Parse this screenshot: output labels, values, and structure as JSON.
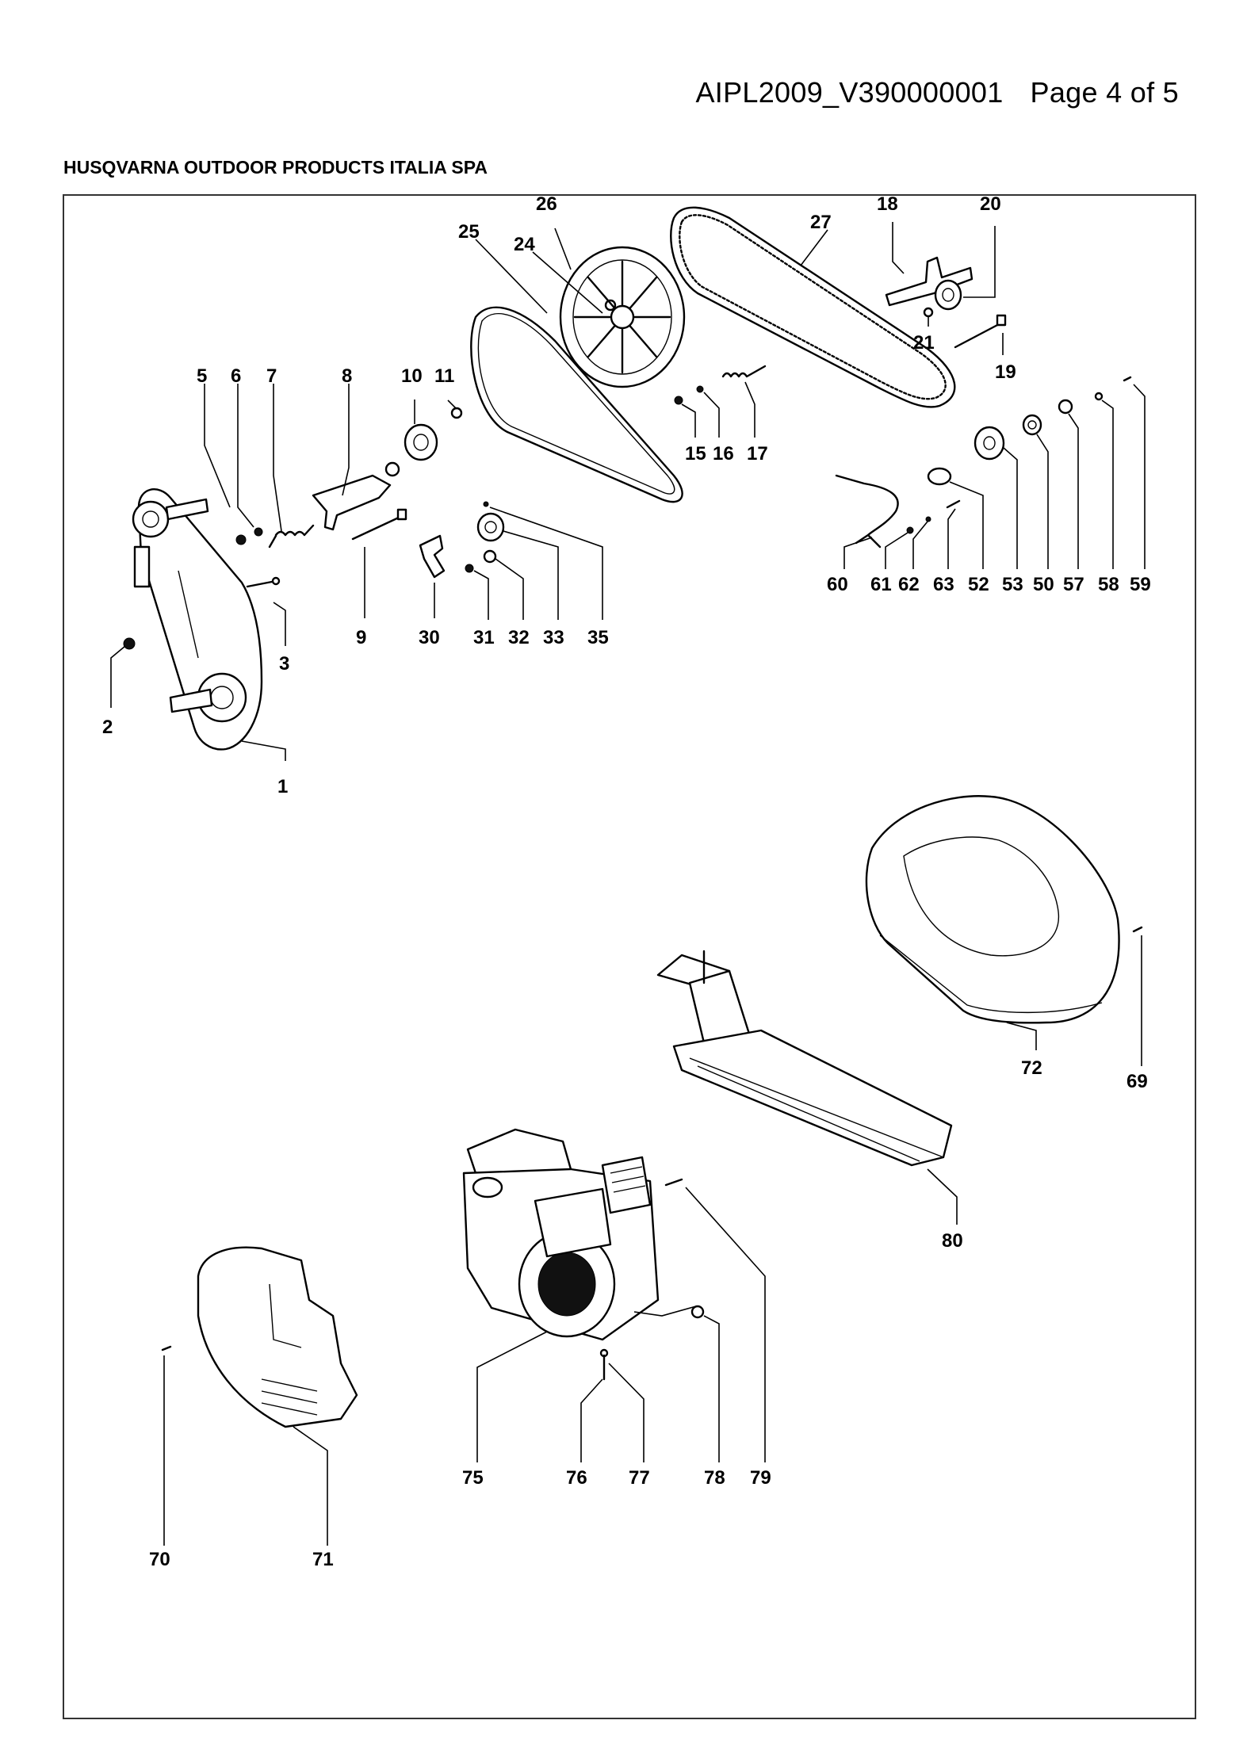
{
  "header": {
    "doc_id": "AIPL2009_V390000001",
    "page": "Page 4 of 5"
  },
  "company": "HUSQVARNA OUTDOOR PRODUCTS ITALIA SPA",
  "callouts": {
    "c1": "1",
    "c2": "2",
    "c3": "3",
    "c5": "5",
    "c6": "6",
    "c7": "7",
    "c8": "8",
    "c9": "9",
    "c10": "10",
    "c11": "11",
    "c15": "15",
    "c16": "16",
    "c17": "17",
    "c18": "18",
    "c19": "19",
    "c20": "20",
    "c21": "21",
    "c24": "24",
    "c25": "25",
    "c26": "26",
    "c27": "27",
    "c30": "30",
    "c31": "31",
    "c32": "32",
    "c33": "33",
    "c35": "35",
    "c50": "50",
    "c52": "52",
    "c53": "53",
    "c57": "57",
    "c58": "58",
    "c59": "59",
    "c60": "60",
    "c61": "61",
    "c62": "62",
    "c63": "63",
    "c69": "69",
    "c70": "70",
    "c71": "71",
    "c72": "72",
    "c75": "75",
    "c76": "76",
    "c77": "77",
    "c78": "78",
    "c79": "79",
    "c80": "80"
  }
}
